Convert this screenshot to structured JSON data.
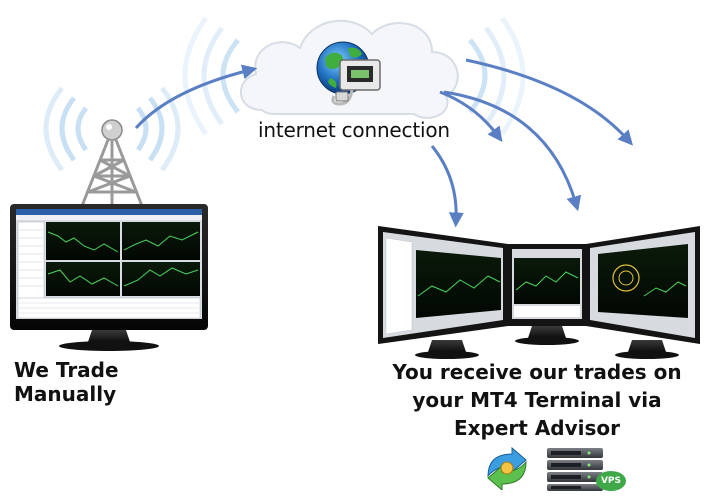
{
  "cloud": {
    "label": "internet connection"
  },
  "left": {
    "caption": "We Trade Manually"
  },
  "right": {
    "caption_lines": [
      "You receive our trades on",
      "your MT4 Terminal via",
      "Expert Advisor"
    ]
  },
  "icons": {
    "vps_badge": "VPS",
    "items": [
      "radio-tower-icon",
      "globe-network-icon",
      "metatrader-icon",
      "vps-server-icon"
    ]
  },
  "colors": {
    "arrow": "#5a7fc4",
    "signal": "#9fc6ea",
    "vps_green": "#3fa94a"
  }
}
